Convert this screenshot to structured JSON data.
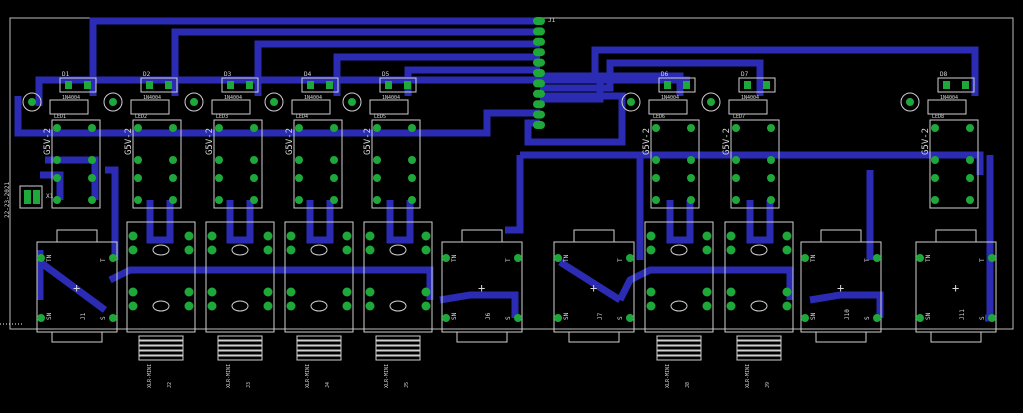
{
  "board": {
    "edge_label": "22-23-2021",
    "header_label": "J1"
  },
  "relays": [
    {
      "label": "G5V-2"
    },
    {
      "label": "G5V-2"
    },
    {
      "label": "G5V-2"
    },
    {
      "label": "G5V-2"
    },
    {
      "label": "G5V-2"
    },
    {
      "label": "G5V-2"
    },
    {
      "label": "G5V-2"
    },
    {
      "label": "G5V-2"
    }
  ],
  "diodes": [
    {
      "name": "D1",
      "value": "1N4004"
    },
    {
      "name": "D2",
      "value": "1N4004"
    },
    {
      "name": "D3",
      "value": "1N4004"
    },
    {
      "name": "D4",
      "value": "1N4004"
    },
    {
      "name": "D5",
      "value": "1N4004"
    },
    {
      "name": "D6",
      "value": "1N4004"
    },
    {
      "name": "D7",
      "value": "1N4004"
    },
    {
      "name": "D8",
      "value": "1N4004"
    }
  ],
  "leds": [
    {
      "name": "LED1"
    },
    {
      "name": "LED2"
    },
    {
      "name": "LED3"
    },
    {
      "name": "LED4"
    },
    {
      "name": "LED5"
    },
    {
      "name": "LED6"
    },
    {
      "name": "LED7"
    },
    {
      "name": "LED8"
    }
  ],
  "jacks": [
    {
      "name": "J1",
      "pins": [
        "TN",
        "T",
        "SN",
        "S"
      ]
    },
    {
      "name": "J6",
      "pins": [
        "TN",
        "T",
        "SN",
        "S"
      ]
    },
    {
      "name": "J7",
      "pins": [
        "TN",
        "T",
        "SN",
        "S"
      ]
    },
    {
      "name": "J10",
      "pins": [
        "TN",
        "T",
        "SN",
        "S"
      ]
    },
    {
      "name": "J11",
      "pins": [
        "TN",
        "T",
        "SN",
        "S"
      ]
    }
  ],
  "xlr_connectors": [
    {
      "name": "J2",
      "part": "XLR-MINI"
    },
    {
      "name": "J3",
      "part": "XLR-MINI"
    },
    {
      "name": "J4",
      "part": "XLR-MINI"
    },
    {
      "name": "J5",
      "part": "XLR-MINI"
    },
    {
      "name": "J8",
      "part": "XLR-MINI"
    },
    {
      "name": "J9",
      "part": "XLR-MINI"
    }
  ],
  "power_connector": {
    "name": "X1"
  },
  "colors": {
    "trace": "#2b2bb4",
    "pad": "#1ea83a",
    "silkscreen": "#cfcfcf",
    "background": "#000000"
  }
}
